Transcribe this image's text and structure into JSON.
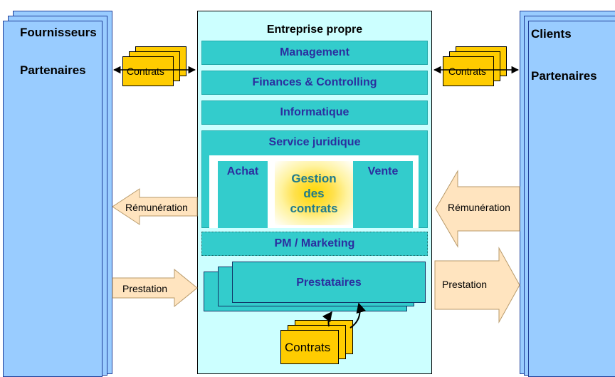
{
  "left_panel": {
    "line1": "Fournisseurs",
    "line2": "Partenaires"
  },
  "right_panel": {
    "line1": "Clients",
    "line2": "Partenaires"
  },
  "enterprise": {
    "title": "Entreprise propre",
    "management": "Management",
    "finances": "Finances & Controlling",
    "informatique": "Informatique",
    "juridique": "Service juridique",
    "achat": "Achat",
    "vente": "Vente",
    "gestion": [
      "Gestion",
      "des",
      "contrats"
    ],
    "marketing": "PM / Marketing",
    "prestataires": "Prestataires"
  },
  "contrats": {
    "left": "Contrats",
    "right": "Contrats",
    "bottom": "Contrats"
  },
  "arrows": {
    "left_remuneration": "Rémunération",
    "right_remuneration": "Rémunération",
    "left_prestation": "Prestation",
    "right_prestation": "Prestation"
  },
  "colors": {
    "panel": "#99ccff",
    "enterprise_bg": "#ccffff",
    "bar": "#33cccc",
    "bar_text": "#2b2f9f",
    "document": "#ffcc00",
    "arrow": "#ffe4bf"
  }
}
